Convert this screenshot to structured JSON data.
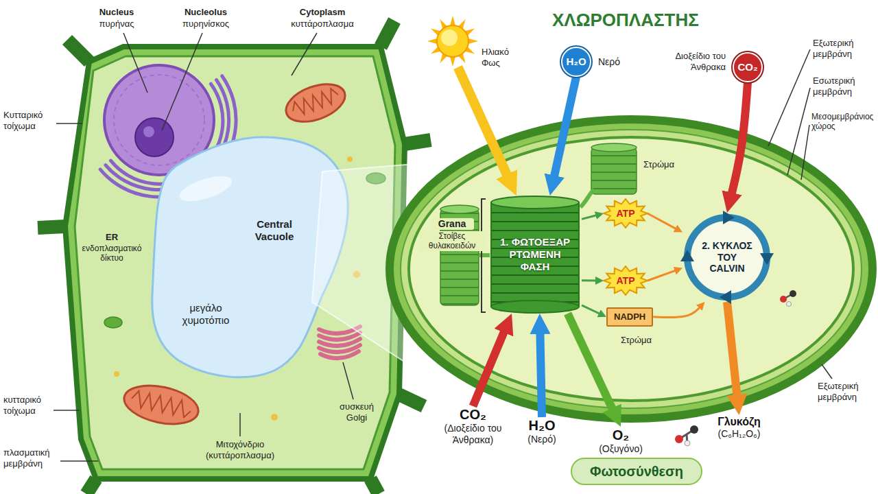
{
  "diagram": {
    "title": "ΧΛΩΡΟΠΛΑΣΤΗΣ",
    "caption": "Φωτοσύνθεση",
    "nodes": [
      {
        "text": [
          "Ηλιακό Φως"
        ]
      },
      {
        "text": [
          "H₂O",
          "Νερό"
        ]
      },
      {
        "text": [
          "CO₂",
          "Διοξείδιο του Άνθρακα"
        ]
      },
      {
        "text": [
          "1. ΦΩΤΟΕΞΑΡ ΡΤΩΜΕΝΗ ΦΑΣΗ"
        ]
      },
      {
        "text": [
          "ATP"
        ]
      },
      {
        "text": [
          "ATP"
        ]
      },
      {
        "text": [
          "NADPH"
        ]
      },
      {
        "text": [
          "2. ΚΥΚΛΟΣ ΤΟΥ CALVIN"
        ]
      },
      {
        "text": [
          "CO₂",
          "(Διοξείδιο του Άνθρακα)"
        ]
      },
      {
        "text": [
          "H₂O",
          "(Νερό)"
        ]
      },
      {
        "text": [
          "O₂",
          "(Οξυγόνο)"
        ]
      },
      {
        "text": [
          "Γλυκόζη",
          "(C₆H₁₂O₆)"
        ]
      }
    ],
    "edges": [
      {
        "from": 0,
        "to": 3,
        "arrow": "to"
      },
      {
        "from": 1,
        "to": 3,
        "arrow": "to"
      },
      {
        "from": 2,
        "to": 7,
        "arrow": "to"
      },
      {
        "from": 3,
        "to": 4,
        "arrow": "to"
      },
      {
        "from": 3,
        "to": 5,
        "arrow": "to"
      },
      {
        "from": 3,
        "to": 6,
        "arrow": "to"
      },
      {
        "from": 4,
        "to": 7,
        "arrow": "to"
      },
      {
        "from": 5,
        "to": 7,
        "arrow": "to"
      },
      {
        "from": 6,
        "to": 7,
        "arrow": "to"
      },
      {
        "from": 8,
        "to": 3,
        "arrow": "to"
      },
      {
        "from": 9,
        "to": 3,
        "arrow": "to"
      },
      {
        "from": 3,
        "to": 10,
        "arrow": "to"
      },
      {
        "from": 7,
        "to": 11,
        "arrow": "to"
      }
    ],
    "labels": [
      "Nucleus",
      "πυρήνας",
      "Nucleolus",
      "πυρηνίσκος",
      "Cytoplasm",
      "κυττάροπλασμα",
      "Κυτταρικό τοίχωμα",
      "ER",
      "ενδοπλασματικό δίκτυο",
      "Central Vacuole",
      "μεγάλο χυμοτόπιο",
      "κυτταρικό τοίχωμα",
      "πλασματική μεμβράνη",
      "Μιτοχόνδριο (κυττάροπλασμα)",
      "συσκευή Golgi",
      "Grana",
      "Στοίβες θυλακοειδών",
      "Στρώμα",
      "Στρώμα",
      "Εξωτερική μεμβράνη",
      "Εσωτερική μεμβράνη",
      "Μεσομεμβράνιος χώρος",
      "Εξωτερική μεμβράνη"
    ]
  }
}
